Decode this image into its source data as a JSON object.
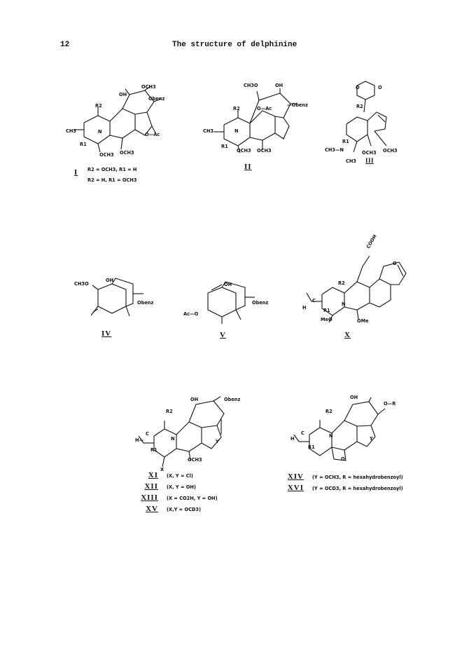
{
  "header": {
    "page_number": "12",
    "title": "The structure of delphinine"
  },
  "structures": {
    "I": {
      "numeral": "I",
      "labels": {
        "och3_top": "OCH3",
        "oh": "OH",
        "obenz": "Obenz",
        "r2": "R2",
        "ch3": "CH3",
        "n": "N",
        "oac": "O—Ac",
        "r1": "R1",
        "och3_left": "OCH3",
        "och3_right": "OCH3"
      },
      "notes": [
        "R2 = OCH3, R1 = H",
        "R2 = H, R1 = OCH3"
      ]
    },
    "II": {
      "numeral": "II",
      "labels": {
        "ch3o": "CH3O",
        "oh": "OH",
        "obenz": "—Obenz",
        "r2": "R2",
        "oac": "O—Ac",
        "ch3": "CH3",
        "n": "N",
        "r1": "R1",
        "och3_left": "OCH3",
        "och3_right": "OCH3"
      }
    },
    "III": {
      "numeral": "III",
      "labels": {
        "o_left": "O",
        "o_right": "O",
        "r2": "R2",
        "r1": "R1",
        "nme": "CH3—N",
        "ch3_bottom": "CH3",
        "och3_left": "OCH3",
        "och3_right": "OCH3"
      }
    },
    "IV": {
      "numeral": "IV",
      "labels": {
        "ch3o": "CH3O",
        "oh": "OH",
        "obenz": "Obenz"
      }
    },
    "V": {
      "numeral": "V",
      "labels": {
        "oh": "OH",
        "obenz": "Obenz",
        "aco": "Ac—O"
      }
    },
    "X": {
      "numeral": "X",
      "labels": {
        "cooh": "COOH",
        "o": "O",
        "r2": "R2",
        "h": "H",
        "c": "C",
        "n": "N",
        "r1": "R1",
        "meo": "MeO",
        "ome": "OMe"
      }
    },
    "XI_group": {
      "labels": {
        "oh": "OH",
        "obenz": "Obenz",
        "r2": "R2",
        "h": "H—",
        "c": "C",
        "n": "N",
        "r1": "R1",
        "y": "Y",
        "x": "X",
        "och3": "OCH3"
      },
      "captions": [
        {
          "numeral": "XI",
          "text": "(X, Y = Cl)"
        },
        {
          "numeral": "XII",
          "text": "(X, Y = OH)"
        },
        {
          "numeral": "XIII",
          "text": "(X = CO2H, Y = OH)"
        },
        {
          "numeral": "XV",
          "text": "(X,Y = OCD3)"
        }
      ]
    },
    "XIV_group": {
      "labels": {
        "oh": "OH",
        "or": "O—R",
        "r2": "R2",
        "h": "H",
        "c": "C",
        "n": "N",
        "r1": "R1",
        "y": "Y",
        "o": "O"
      },
      "captions": [
        {
          "numeral": "XIV",
          "text": "(Y = OCH3, R = hexahydrobenzoyl)"
        },
        {
          "numeral": "XVI",
          "text": "(Y = OCD3, R = hexahydrobenzoyl)"
        }
      ]
    }
  }
}
